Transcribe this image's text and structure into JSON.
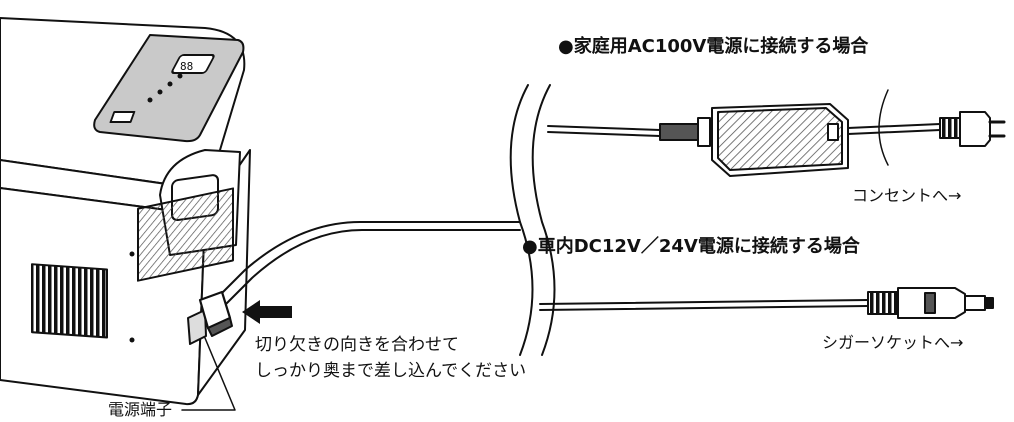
{
  "labels": {
    "ac_heading": "●家庭用AC100V電源に接続する場合",
    "outlet": "コンセントへ",
    "dc_heading": "●車内DC12V／24V電源に接続する場合",
    "cigar_socket": "シガーソケットへ",
    "instruction_line1": "切り欠きの向きを合わせて",
    "instruction_line2": "しっかり奥まで差し込んでください",
    "power_terminal": "電源端子",
    "arrow_glyph": "→"
  }
}
